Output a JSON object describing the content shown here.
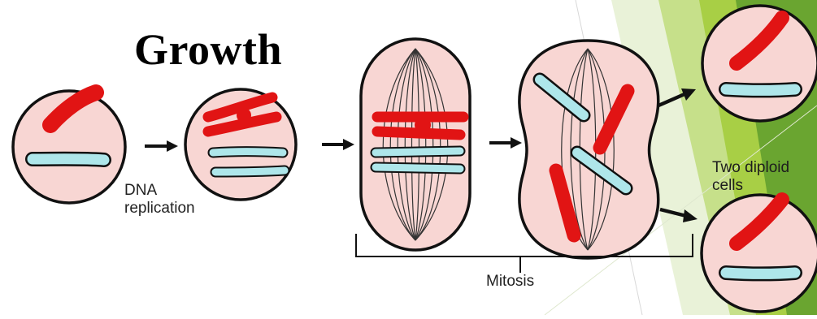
{
  "title": "Growth",
  "labels": {
    "dna_replication": [
      "DNA",
      "replication"
    ],
    "two_diploid_cells": [
      "Two diploid",
      "cells"
    ],
    "mitosis": "Mitosis"
  },
  "colors": {
    "cell_fill": "#f8d6d3",
    "cell_outline": "#111111",
    "chromosome_red": "#e11414",
    "chromosome_blue": "#aee6ea",
    "slide_green_dark": "#5f9a2a",
    "slide_green_light": "#a8cf45"
  }
}
